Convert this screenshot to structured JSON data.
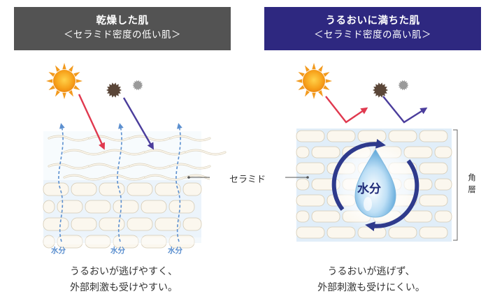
{
  "left": {
    "title": "乾燥した肌",
    "subtitle": "＜セラミド密度の低い肌＞",
    "water_labels": [
      "水分",
      "水分",
      "水分"
    ],
    "caption_line1": "うるおいが逃げやすく、",
    "caption_line2": "外部刺激も受けやすい。"
  },
  "right": {
    "title": "うるおいに満ちた肌",
    "subtitle": "＜セラミド密度の高い肌＞",
    "drop_label": "水分",
    "caption_line1": "うるおいが逃げず、",
    "caption_line2": "外部刺激も受けにくい。",
    "layer_label": "角層"
  },
  "center_label": "セラミド",
  "colors": {
    "left_header": "#535353",
    "right_header": "#2e2880",
    "sun": "#f29a1e",
    "red_arrow": "#e0394f",
    "purple_arrow": "#4b3d9c",
    "water": "#5b8fcf",
    "cell": "#fbf7ee",
    "cell_edge": "#d4cab4",
    "layer_blue": "#dcebf8"
  },
  "icons": [
    "sun-icon",
    "dark-particle-icon",
    "gray-particle-icon",
    "water-drop-icon"
  ]
}
